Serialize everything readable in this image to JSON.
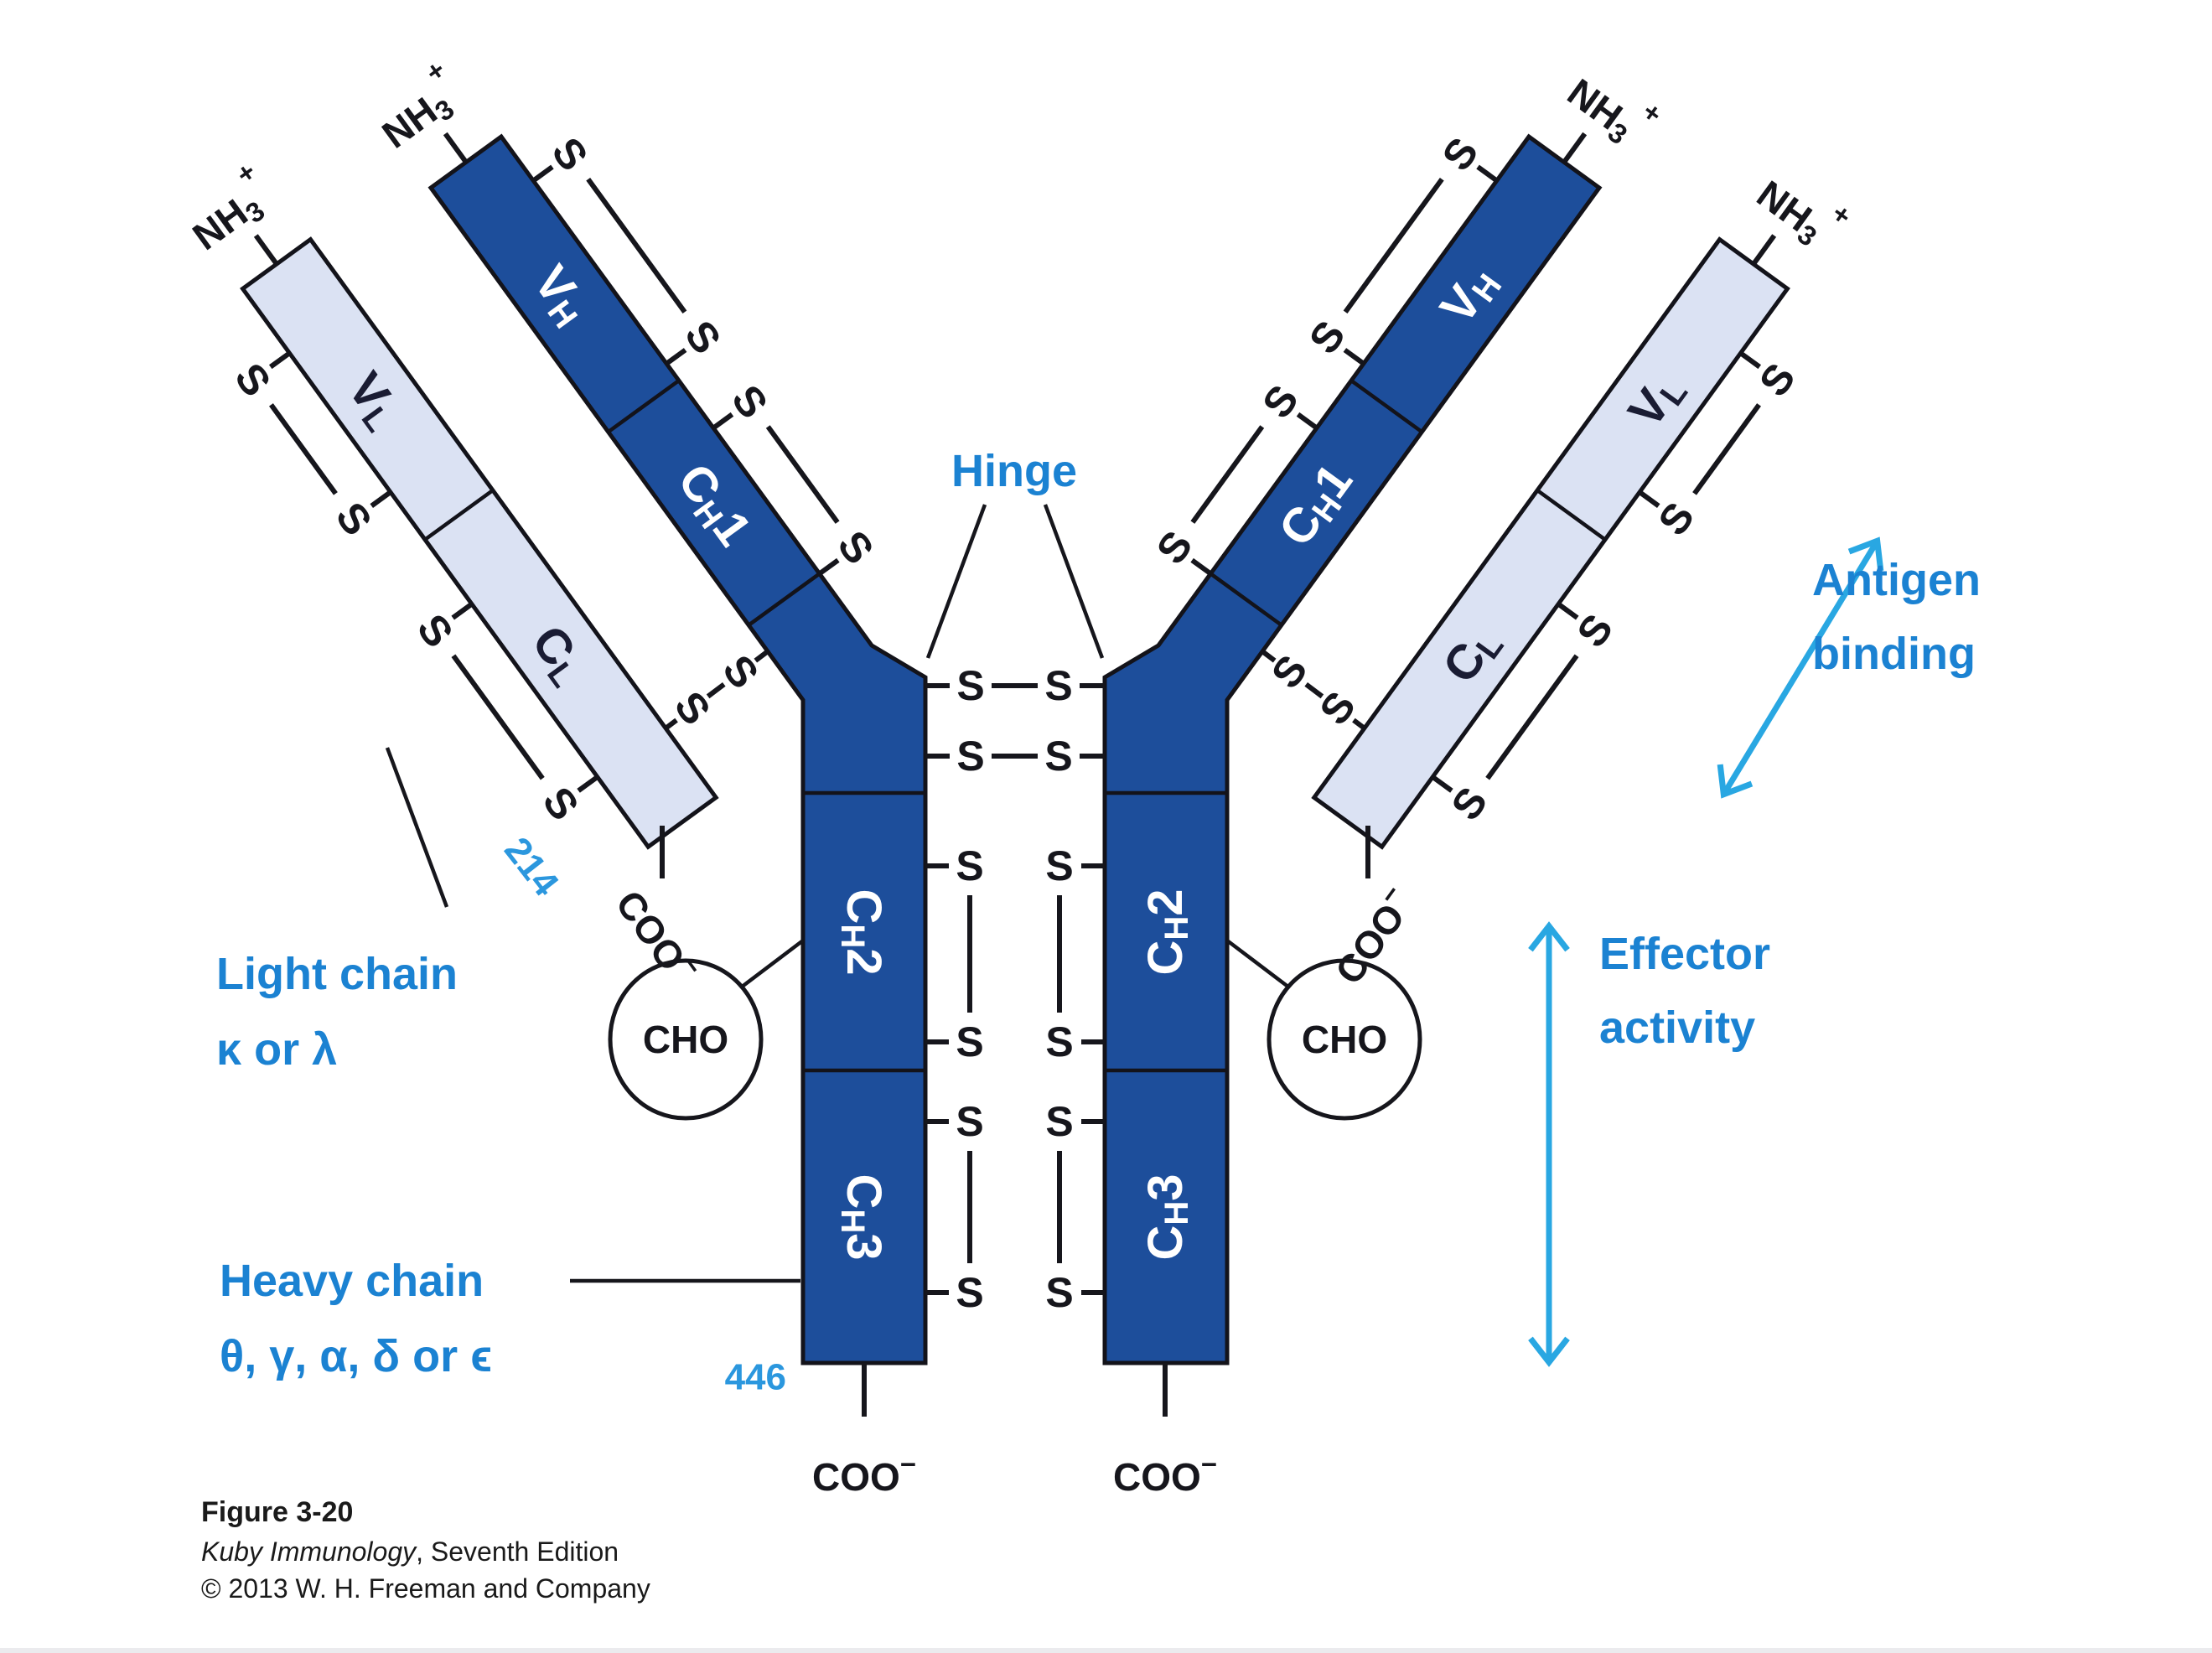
{
  "molecule": {
    "domains": {
      "vh": {
        "main": "V",
        "sub": "H"
      },
      "ch1": {
        "main": "C",
        "sub": "H",
        "num": "1"
      },
      "ch2": {
        "main": "C",
        "sub": "H",
        "num": "2"
      },
      "ch3": {
        "main": "C",
        "sub": "H",
        "num": "3"
      },
      "vl": {
        "main": "V",
        "sub": "L"
      },
      "cl": {
        "main": "C",
        "sub": "L"
      }
    },
    "termini": {
      "amino": {
        "main": "NH",
        "sub": "3",
        "sup": "+"
      },
      "carboxy": {
        "main": "COO",
        "sup": "−"
      }
    },
    "bonds": {
      "s": "S"
    },
    "cho": "CHO",
    "residues": {
      "light": "214",
      "heavy": "446"
    }
  },
  "annotations": {
    "hinge": "Hinge",
    "light_chain": {
      "line1": "Light chain",
      "line2": "κ or λ"
    },
    "heavy_chain": {
      "line1": "Heavy chain",
      "line2": "θ, γ, α, δ or ϵ"
    },
    "antigen_binding": {
      "line1": "Antigen",
      "line2": "binding"
    },
    "effector_activity": {
      "line1": "Effector",
      "line2": "activity"
    }
  },
  "caption": {
    "figure": "Figure 3-20",
    "book_italic": "Kuby Immunology",
    "book_rest": ", Seventh Edition",
    "copyright": "© 2013 W. H. Freeman and Company"
  },
  "colors": {
    "heavy_fill": "#1d4e9b",
    "light_fill": "#dbe2f3",
    "outline": "#16161c",
    "label_blue": "#1b82d2",
    "number_blue": "#2b97de",
    "arrow_blue": "#29a7e2"
  }
}
